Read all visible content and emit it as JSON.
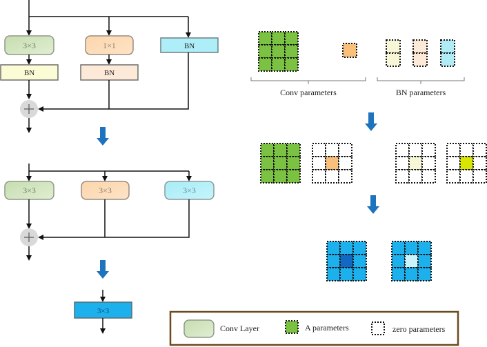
{
  "colors": {
    "conv_green": "#cfe3b6",
    "bn_yellow": "#fbfbd6",
    "conv_orange": "#fdd9b0",
    "bn_orange": "#fde9d8",
    "bn_cyan": "#aeeef8",
    "conv_cyan": "#b5f0f8",
    "fused_blue": "#1cb0ec",
    "arrow_blue": "#1e73be",
    "param_green": "#7cc242",
    "param_orange": "#f8c07a",
    "param_lightyellow": "#f7f7d8",
    "param_yellow": "#d9e600",
    "param_cyan": "#b0ecf6",
    "blue_dark": "#1169c4",
    "blue_light": "#c9f4fb",
    "legend_border": "#6b4a1e",
    "add_gray": "#d9d9d9"
  },
  "stage1": {
    "branch_conv3": "3×3",
    "branch_conv1": "1×1",
    "branch_bn_only": "BN",
    "bn_after_conv3": "BN",
    "bn_after_conv1": "BN"
  },
  "stage2": {
    "branch_a": "3×3",
    "branch_b": "3×3",
    "branch_c": "3×3"
  },
  "stage3": {
    "fused_conv": "3×3"
  },
  "params": {
    "conv_label": "Conv parameters",
    "bn_label": "BN parameters"
  },
  "legend": {
    "conv_layer": "Conv Layer",
    "a_params": "A parameters",
    "zero_params": "zero parameters"
  }
}
